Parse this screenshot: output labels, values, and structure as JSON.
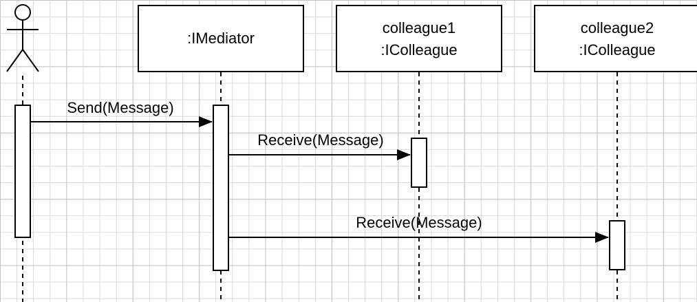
{
  "diagram": {
    "type": "sequence",
    "actor": {
      "label": ""
    },
    "lifelines": [
      {
        "id": "mediator",
        "lines": [
          ":IMediator"
        ]
      },
      {
        "id": "colleague1",
        "lines": [
          "colleague1",
          ":IColleague"
        ]
      },
      {
        "id": "colleague2",
        "lines": [
          "colleague2",
          ":IColleague"
        ]
      }
    ],
    "messages": [
      {
        "from": "actor",
        "to": "mediator",
        "label": "Send(Message)"
      },
      {
        "from": "mediator",
        "to": "colleague1",
        "label": "Receive(Message)"
      },
      {
        "from": "mediator",
        "to": "colleague2",
        "label": "Receive(Message)"
      }
    ]
  }
}
